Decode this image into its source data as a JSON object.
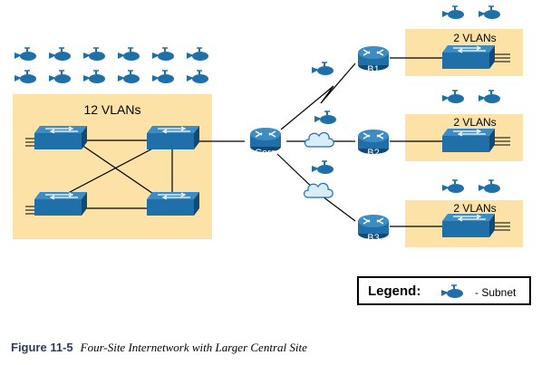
{
  "colors": {
    "site_fill": "#fde2a8",
    "device_blue": "#1f6fa8",
    "device_dark": "#0f4a78",
    "cloud_fill": "#d8ecfa",
    "line": "#000000"
  },
  "icons": {
    "switch": "switch-icon",
    "router": "router-icon",
    "cloud": "cloud-icon",
    "subnet": "subnet-icon"
  },
  "central_site": {
    "label": "12 VLANs"
  },
  "core_router": {
    "label": "Core"
  },
  "branches": [
    {
      "router_label": "B1",
      "vlan_label": "2 VLANs"
    },
    {
      "router_label": "B2",
      "vlan_label": "2 VLANs"
    },
    {
      "router_label": "B3",
      "vlan_label": "2 VLANs"
    }
  ],
  "legend": {
    "title": "Legend:",
    "text": "- Subnet"
  },
  "caption": {
    "number": "Figure 11-5",
    "title": "Four-Site Internetwork with Larger Central Site"
  }
}
